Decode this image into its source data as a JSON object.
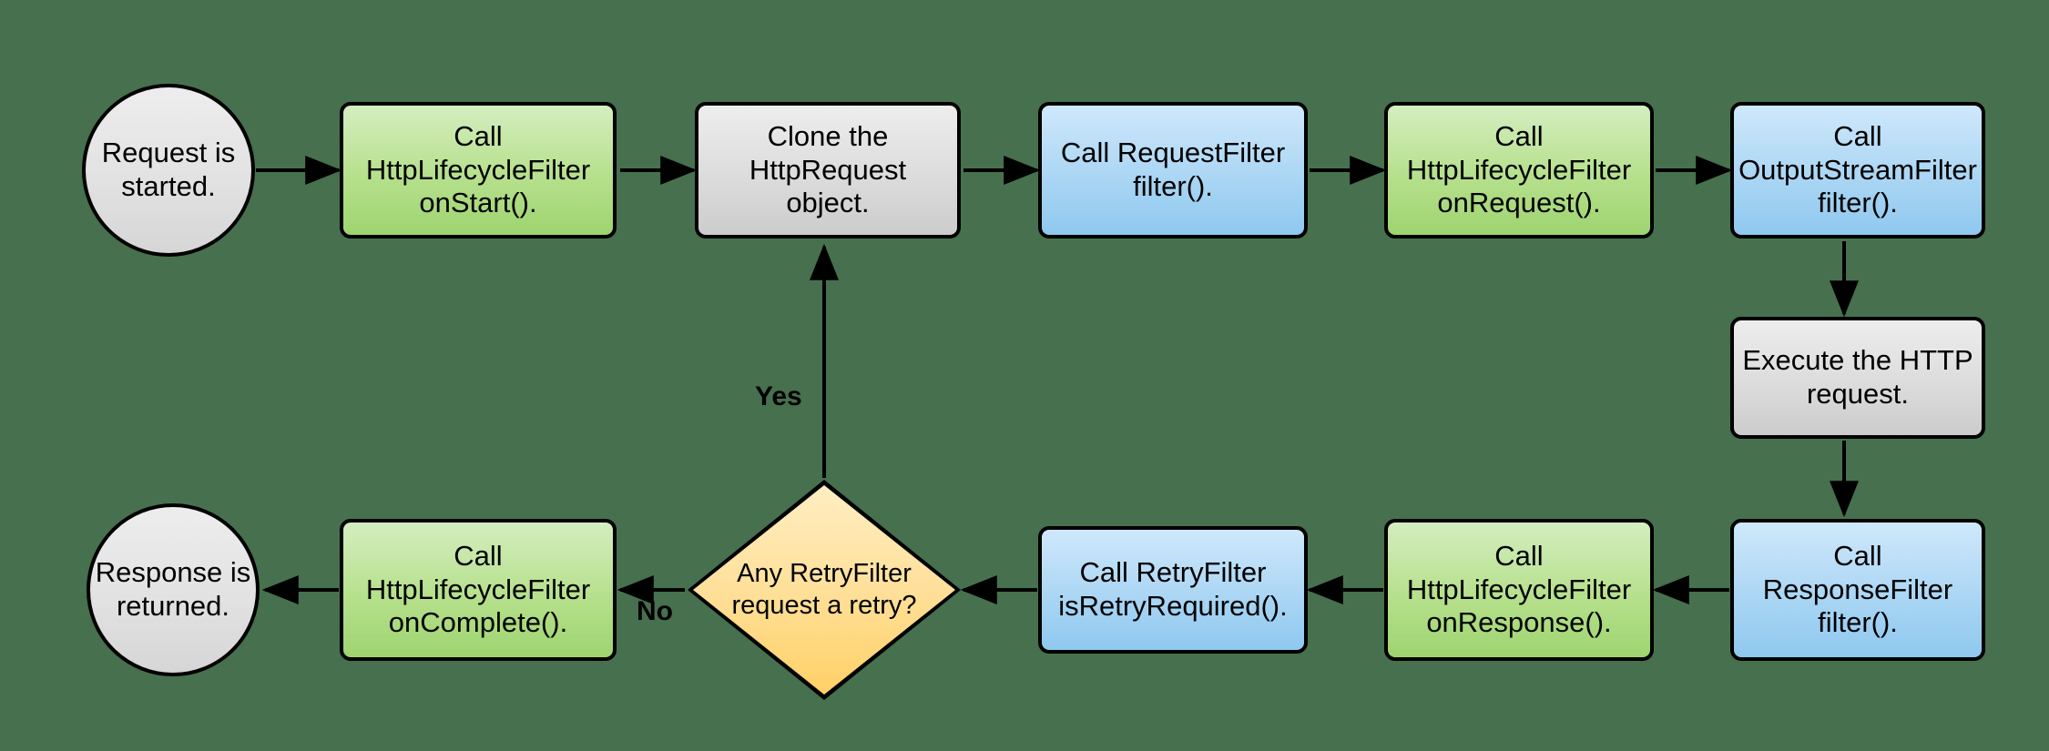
{
  "diagram": {
    "title": "HTTP request lifecycle filter flowchart",
    "background_color": "#47704e",
    "palette": {
      "green": "#b6e08c",
      "blue": "#abd6f4",
      "gray": "#dcdcdc",
      "yellow": "#ffe09a",
      "stroke": "#000000"
    },
    "nodes": {
      "start": {
        "label": "Request is\nstarted.",
        "shape": "circle",
        "color": "gray"
      },
      "on_start": {
        "label": "Call\nHttpLifecycleFilter\nonStart().",
        "shape": "process",
        "color": "green"
      },
      "clone_request": {
        "label": "Clone the\nHttpRequest\nobject.",
        "shape": "process",
        "color": "gray"
      },
      "request_filter": {
        "label": "Call RequestFilter\nfilter().",
        "shape": "process",
        "color": "blue"
      },
      "on_request": {
        "label": "Call\nHttpLifecycleFilter\nonRequest().",
        "shape": "process",
        "color": "green"
      },
      "output_stream_filter": {
        "label": "Call\nOutputStreamFilter\nfilter().",
        "shape": "process",
        "color": "blue"
      },
      "execute_request": {
        "label": "Execute the HTTP\nrequest.",
        "shape": "process",
        "color": "gray"
      },
      "response_filter": {
        "label": "Call\nResponseFilter\nfilter().",
        "shape": "process",
        "color": "blue"
      },
      "on_response": {
        "label": "Call\nHttpLifecycleFilter\nonResponse().",
        "shape": "process",
        "color": "green"
      },
      "is_retry_required": {
        "label": "Call RetryFilter\nisRetryRequired().",
        "shape": "process",
        "color": "blue"
      },
      "retry_decision": {
        "label": "Any RetryFilter\nrequest a retry?",
        "shape": "diamond",
        "color": "yellow"
      },
      "on_complete": {
        "label": "Call\nHttpLifecycleFilter\nonComplete().",
        "shape": "process",
        "color": "green"
      },
      "end": {
        "label": "Response is\nreturned.",
        "shape": "circle",
        "color": "gray"
      }
    },
    "edge_labels": {
      "yes": "Yes",
      "no": "No"
    }
  }
}
